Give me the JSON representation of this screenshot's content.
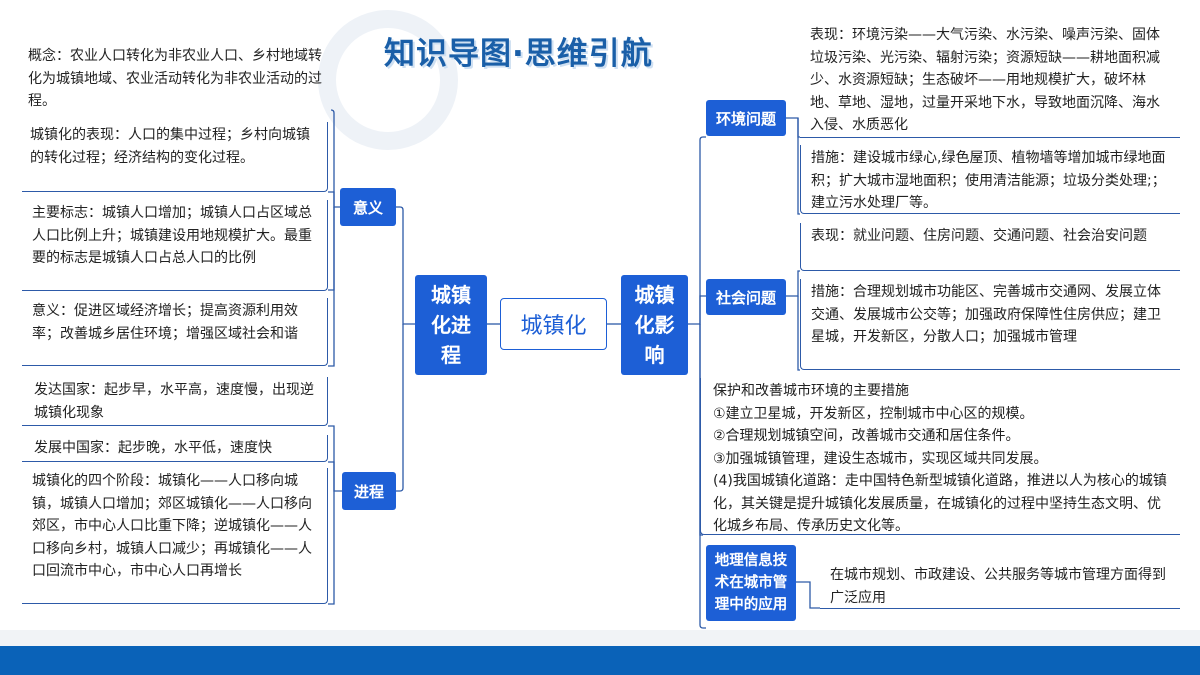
{
  "title": "知识导图·思维引航",
  "center": "城镇化",
  "left_main": "城镇化进程",
  "right_main": "城镇化影响",
  "left": {
    "yiyi": {
      "label": "意义",
      "concept": "概念：农业人口转化为非农业人口、乡村地域转化为城镇地域、农业活动转化为非农业活动的过程。",
      "items": [
        "城镇化的表现：人口的集中过程；乡村向城镇的转化过程；经济结构的变化过程。",
        "主要标志：城镇人口增加；城镇人口占区域总人口比例上升；城镇建设用地规模扩大。最重要的标志是城镇人口占总人口的比例",
        "意义：促进区域经济增长；提高资源利用效率；改善城乡居住环境；增强区域社会和谐"
      ]
    },
    "jincheng": {
      "label": "进程",
      "items": [
        "发达国家：起步早，水平高，速度慢，出现逆城镇化现象",
        "发展中国家：起步晚，水平低，速度快",
        "城镇化的四个阶段：城镇化——人口移向城镇，城镇人口增加；郊区城镇化——人口移向郊区，市中心人口比重下降；逆城镇化——人口移向乡村，城镇人口减少；再城镇化——人口回流市中心，市中心人口再增长"
      ]
    }
  },
  "right": {
    "env": {
      "label": "环境问题",
      "items": [
        "表现：环境污染——大气污染、水污染、噪声污染、固体垃圾污染、光污染、辐射污染；资源短缺——耕地面积减少、水资源短缺；生态破坏——用地规模扩大，破坏林地、草地、湿地，过量开采地下水，导致地面沉降、海水入侵、水质恶化",
        "措施：建设城市绿心,绿色屋顶、植物墙等增加城市绿地面积；扩大城市湿地面积；使用清洁能源；垃圾分类处理;；建立污水处理厂等。"
      ]
    },
    "social": {
      "label": "社会问题",
      "items": [
        "表现：就业问题、住房问题、交通问题、社会治安问题",
        "措施：合理规划城市功能区、完善城市交通网、发展立体交通、发展城市公交等；加强政府保障性住房供应；建卫星城，开发新区，分散人口；加强城市管理"
      ]
    },
    "protect": {
      "lines": [
        "保护和改善城市环境的主要措施",
        "①建立卫星城，开发新区，控制城市中心区的规模。",
        "②合理规划城镇空间，改善城市交通和居住条件。",
        "③加强城镇管理，建设生态城市，实现区域共同发展。",
        "(4)我国城镇化道路：走中国特色新型城镇化道路，推进以人为核心的城镇化，其关键是提升城镇化发展质量，在城镇化的过程中坚持生态文明、优化城乡布局、传承历史文化等。"
      ]
    },
    "gis": {
      "label": "地理信息技术在城市管理中的应用",
      "text": "在城市规划、市政建设、公共服务等城市管理方面得到广泛应用"
    }
  }
}
